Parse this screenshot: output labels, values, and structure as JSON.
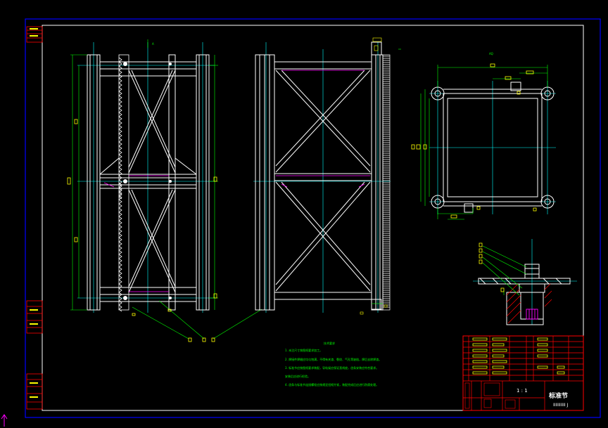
{
  "drawing": {
    "section_label_front": "A",
    "section_label_top": "AQ",
    "tech_notes_title": "技术要求",
    "tech_notes": [
      "1. 未注尺寸按图纸要求加工。",
      "2. 焊接件焊缝应均匀饱满，不得有夹渣、裂纹、气孔等缺陷，焊后去除焊渣。",
      "3. 标准节应按图纸要求装配，导轨架应保证直线度，齿条安装应符合要求。",
      "   安装后应进行检验。",
      "4. 齿条与标准节连接螺栓应按规定扭矩拧紧，装配完成后应进行防腐处理。"
    ],
    "title_block": {
      "drawing_name": "标准节",
      "scale_text": "1 : 1",
      "drawing_number": "IIIIIIIIII J",
      "chinese_title": "导轨架"
    }
  },
  "colors": {
    "background": "#000000",
    "frame": "#0000ff",
    "steel": "#ffffff",
    "centerline": "#00ffff",
    "dimension": "#00ff00",
    "dimension_text": "#ffff00",
    "title_block": "#ff0000",
    "hidden": "#ff00ff"
  }
}
